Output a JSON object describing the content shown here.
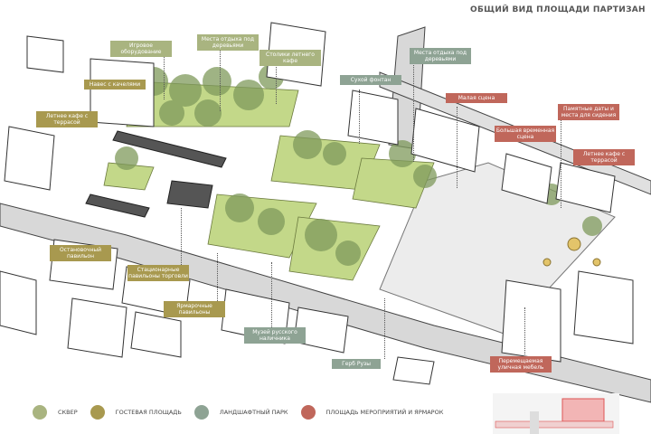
{
  "title": "ОБЩИЙ ВИД ПЛОЩАДИ ПАРТИЗАН",
  "colors": {
    "skver": "#a9b480",
    "guest": "#a8994f",
    "park": "#8ea394",
    "events": "#c0675b"
  },
  "labels": {
    "playground": "Игровое оборудование",
    "rest_trees_1": "Места отдыха под деревьями",
    "cafe_tables": "Столики летнего кафе",
    "swing_canopy": "Навес с качелями",
    "summer_cafe_1": "Летнее кафе с террасой",
    "dry_fountain": "Сухой фонтан",
    "rest_trees_2": "Места отдыха под деревьями",
    "small_stage": "Малая сцена",
    "memorial_dates": "Памятные даты и места для сидения",
    "big_stage": "Большая временная сцена",
    "summer_cafe_2": "Летнее кафе с террасой",
    "bus_stop": "Остановочный павильон",
    "trade_pavilions": "Стационарные павильоны торговли",
    "fair_pavilions": "Ярмарочные павильоны",
    "museum": "Музей русского наличника",
    "coat_of_arms": "Герб Рузы",
    "mobile_furniture": "Перемещаемая уличная мебель"
  },
  "legend": [
    {
      "label": "СКВЕР",
      "color": "#a9b480"
    },
    {
      "label": "ГОСТЕВАЯ ПЛОЩАДЬ",
      "color": "#a8994f"
    },
    {
      "label": "ЛАНДШАФТНЫЙ ПАРК",
      "color": "#8ea394"
    },
    {
      "label": "ПЛОЩАДЬ МЕРОПРИЯТИЙ И ЯРМАРОК",
      "color": "#c0675b"
    }
  ]
}
